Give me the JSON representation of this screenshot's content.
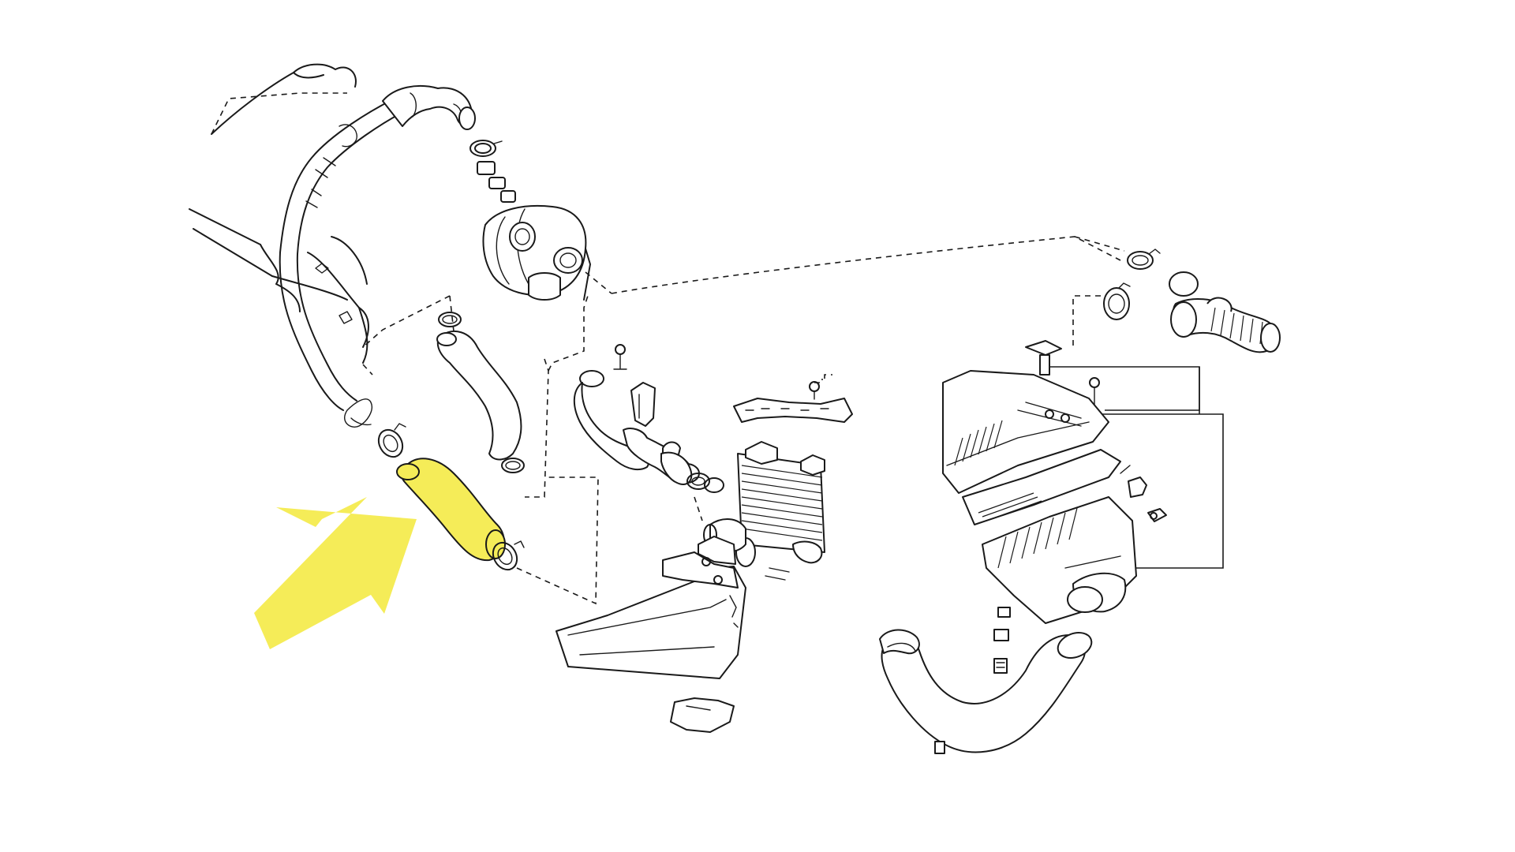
{
  "diagram": {
    "highlight_color": "#f5ec58",
    "arrow_color": "#f5ec58",
    "line_color": "#1a1a1a",
    "background_color": "#ffffff",
    "highlighted_part": "intake-hose",
    "icons": [
      "engine-block",
      "turbocharger",
      "intake-pipe",
      "intercooler",
      "air-cleaner",
      "air-duct",
      "hose-clamp",
      "pointer-arrow"
    ]
  }
}
